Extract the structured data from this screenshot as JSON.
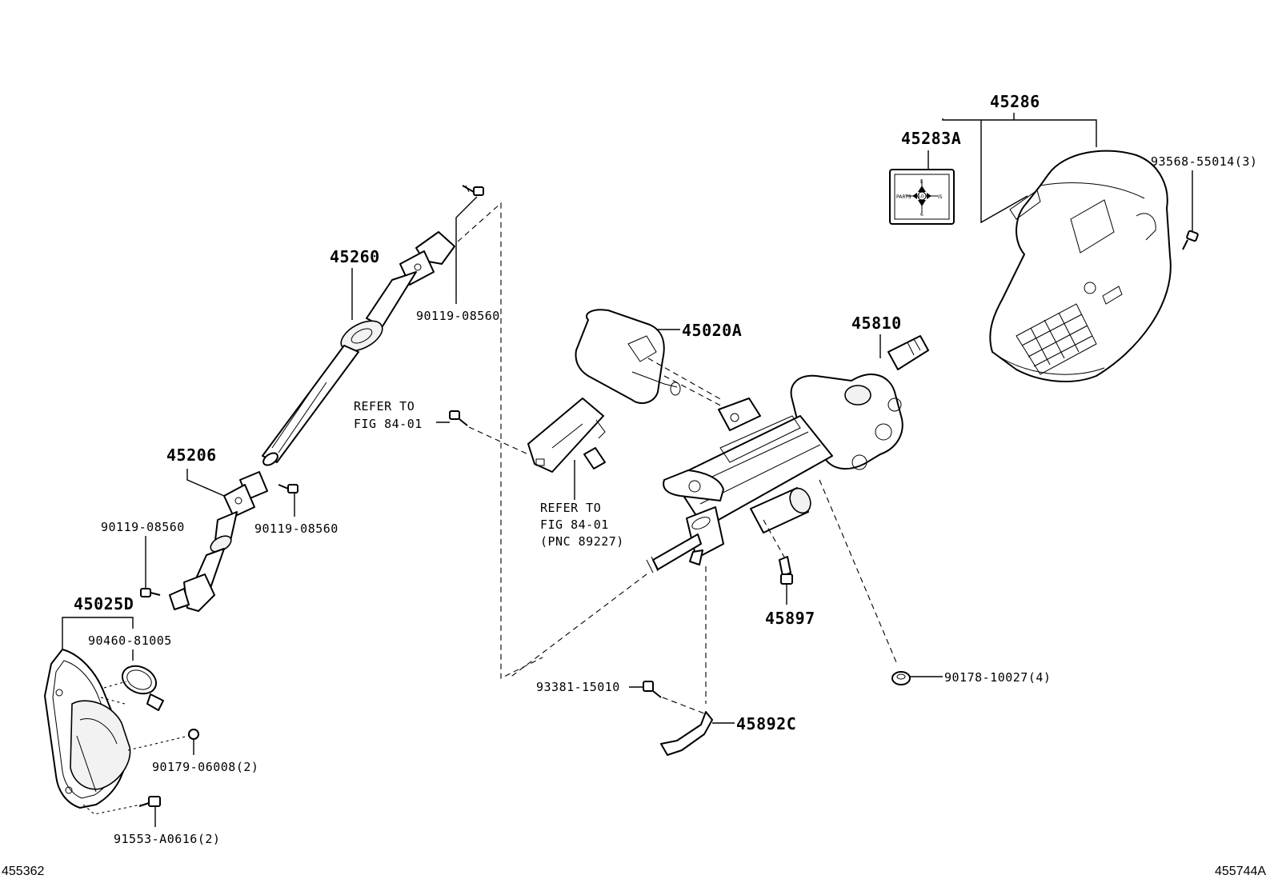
{
  "labels": {
    "p45286": "45286",
    "p45283A": "45283A",
    "p93568": "93568-55014(3)",
    "p45260": "45260",
    "p90119_top": "90119-08560",
    "p45020A": "45020A",
    "p45810": "45810",
    "refer1_line1": "REFER TO",
    "refer1_line2": "FIG 84-01",
    "refer2_line1": "REFER TO",
    "refer2_line2": "FIG 84-01",
    "refer2_line3": "(PNC 89227)",
    "p45206": "45206",
    "p90119_mid": "90119-08560",
    "p90119_left": "90119-08560",
    "p45025D": "45025D",
    "p90460": "90460-81005",
    "p90179": "90179-06008(2)",
    "p91553": "91553-A0616(2)",
    "p45897": "45897",
    "p93381": "93381-15010",
    "p90178": "90178-10027(4)",
    "p45892C": "45892C"
  },
  "corner_left": "455362",
  "corner_right": "455744A",
  "label_plate": {
    "left": "PARTS",
    "center": "LO",
    "top": "L",
    "right": "IS",
    "bottom": "6"
  }
}
